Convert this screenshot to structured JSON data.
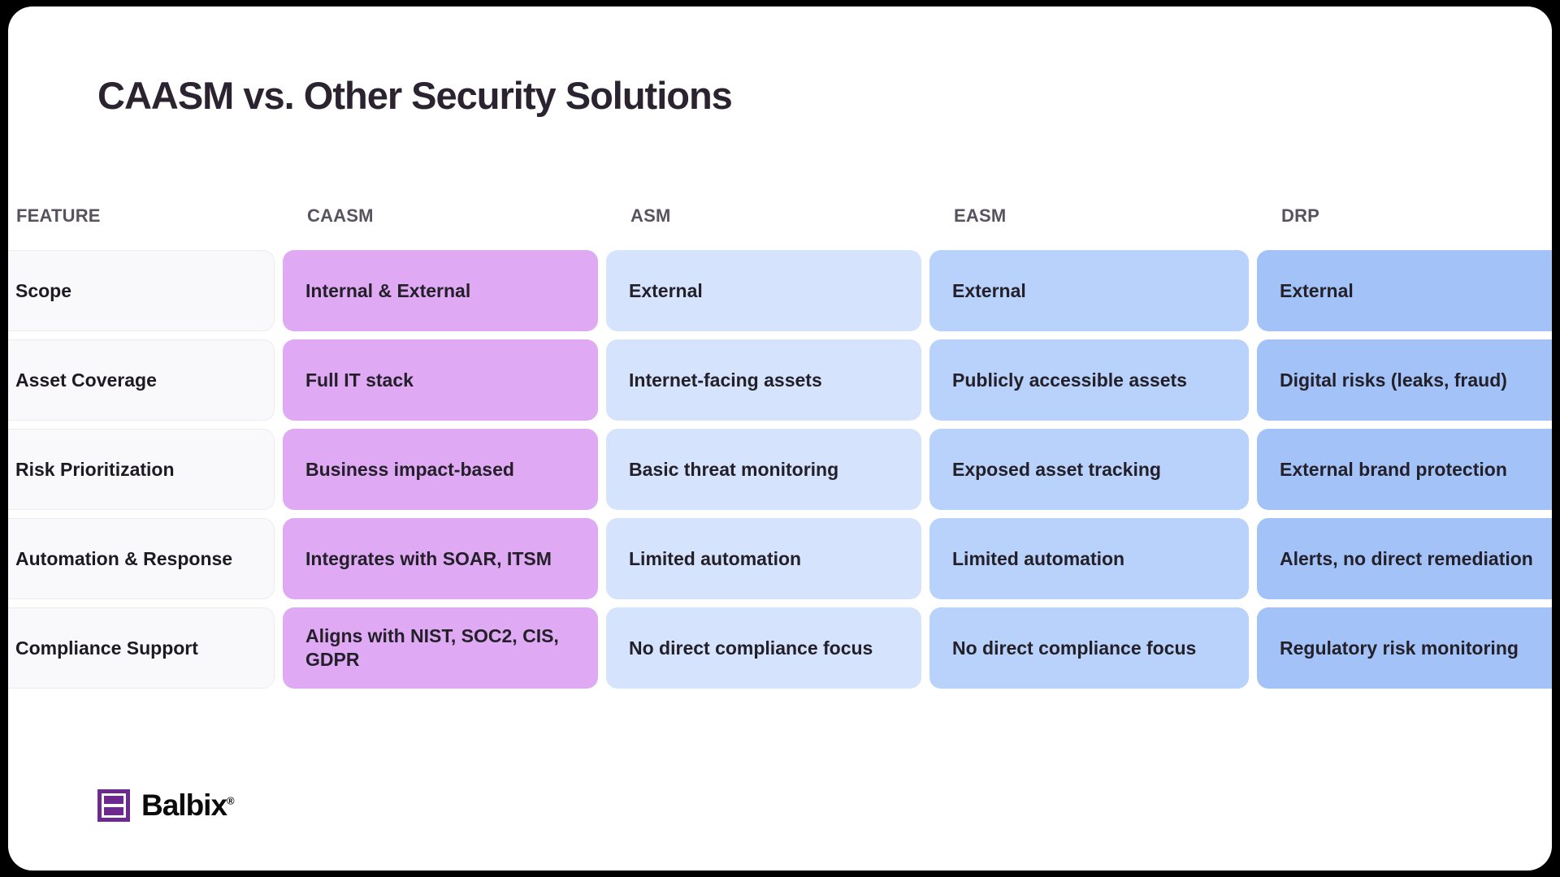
{
  "page": {
    "title": "CAASM vs. Other Security Solutions",
    "background_color": "#000000",
    "card_color": "#ffffff"
  },
  "colors": {
    "title_text": "#2b2430",
    "header_text": "#58525f",
    "feature_cell": "#f9f8fa",
    "caasm_cell": "#dfa9f4",
    "asm_cell": "#d5e4fc",
    "easm_cell": "#b8d2fb",
    "drp_cell": "#a2c2f8",
    "logo_purple": "#6d2a8e"
  },
  "table": {
    "headers": [
      {
        "key": "feature",
        "label": "FEATURE"
      },
      {
        "key": "caasm",
        "label": "CAASM"
      },
      {
        "key": "asm",
        "label": "ASM"
      },
      {
        "key": "easm",
        "label": "EASM"
      },
      {
        "key": "drp",
        "label": "DRP"
      }
    ],
    "rows": [
      {
        "feature": "Scope",
        "caasm": "Internal & External",
        "asm": "External",
        "easm": "External",
        "drp": "External"
      },
      {
        "feature": "Asset Coverage",
        "caasm": "Full IT stack",
        "asm": "Internet-facing assets",
        "easm": "Publicly accessible assets",
        "drp": "Digital risks (leaks, fraud)"
      },
      {
        "feature": "Risk Prioritization",
        "caasm": "Business impact-based",
        "asm": "Basic threat monitoring",
        "easm": "Exposed asset tracking",
        "drp": "External brand protection"
      },
      {
        "feature": "Automation & Response",
        "caasm": "Integrates with SOAR, ITSM",
        "asm": "Limited automation",
        "easm": "Limited automation",
        "drp": "Alerts, no direct remediation"
      },
      {
        "feature": "Compliance Support",
        "caasm": "Aligns with NIST, SOC2, CIS, GDPR",
        "asm": "No direct compliance focus",
        "easm": "No direct compliance focus",
        "drp": "Regulatory risk monitoring"
      }
    ]
  },
  "footer": {
    "logo_name": "Balbix",
    "logo_trademark": "®"
  }
}
